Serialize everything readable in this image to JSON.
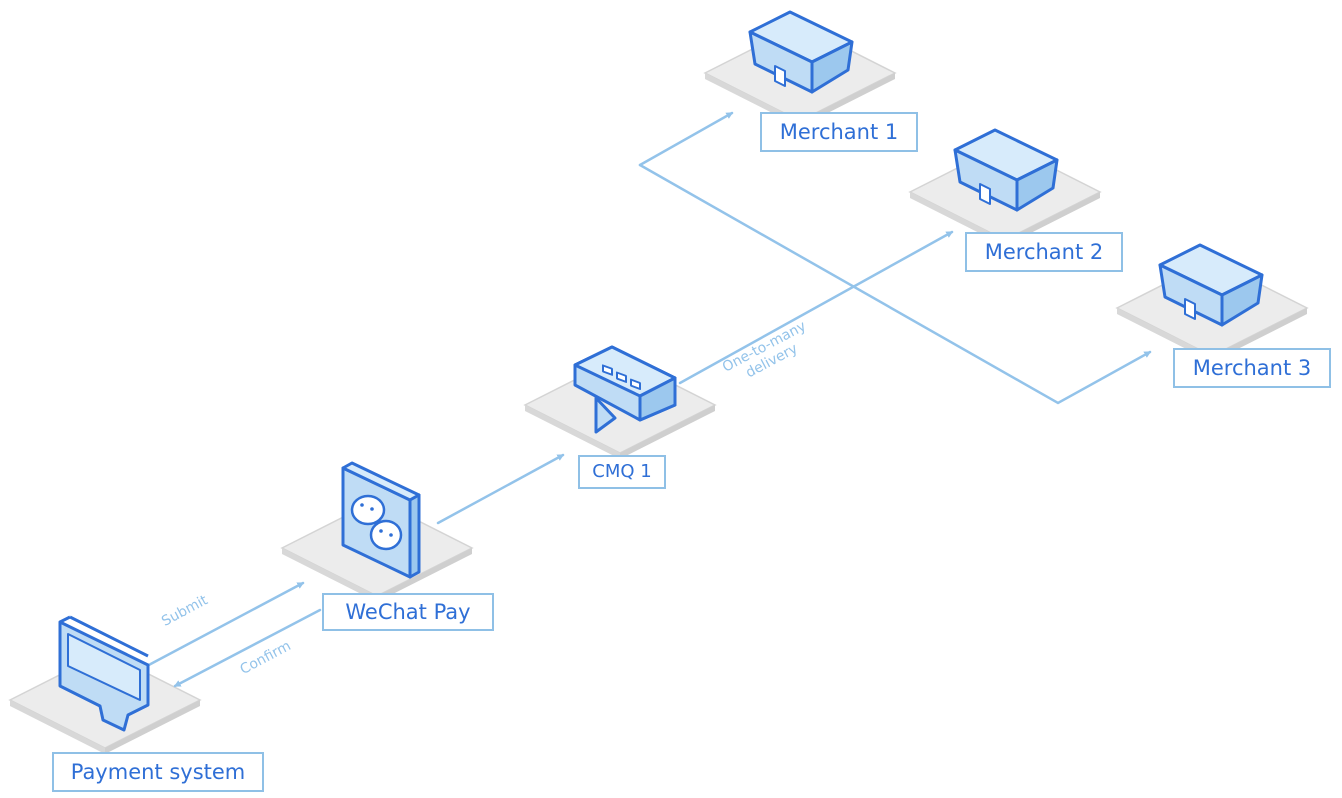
{
  "nodes": {
    "payment_system": "Payment system",
    "wechat_pay": "WeChat Pay",
    "cmq": "CMQ 1",
    "merchant_1": "Merchant 1",
    "merchant_2": "Merchant 2",
    "merchant_3": "Merchant 3"
  },
  "edges": {
    "submit": "Submit",
    "confirm": "Confirm",
    "one_to_many_line1": "One-to-many",
    "one_to_many_line2": "delivery"
  },
  "icons": {
    "payment_system": "monitor-icon",
    "wechat_pay": "wechat-icon",
    "cmq": "message-queue-icon",
    "merchant": "store-icon"
  },
  "colors": {
    "accent": "#2f6fd6",
    "line": "#93c3ea",
    "icon_fill": "#bfdcf5",
    "platform": "#e9e9e9"
  }
}
